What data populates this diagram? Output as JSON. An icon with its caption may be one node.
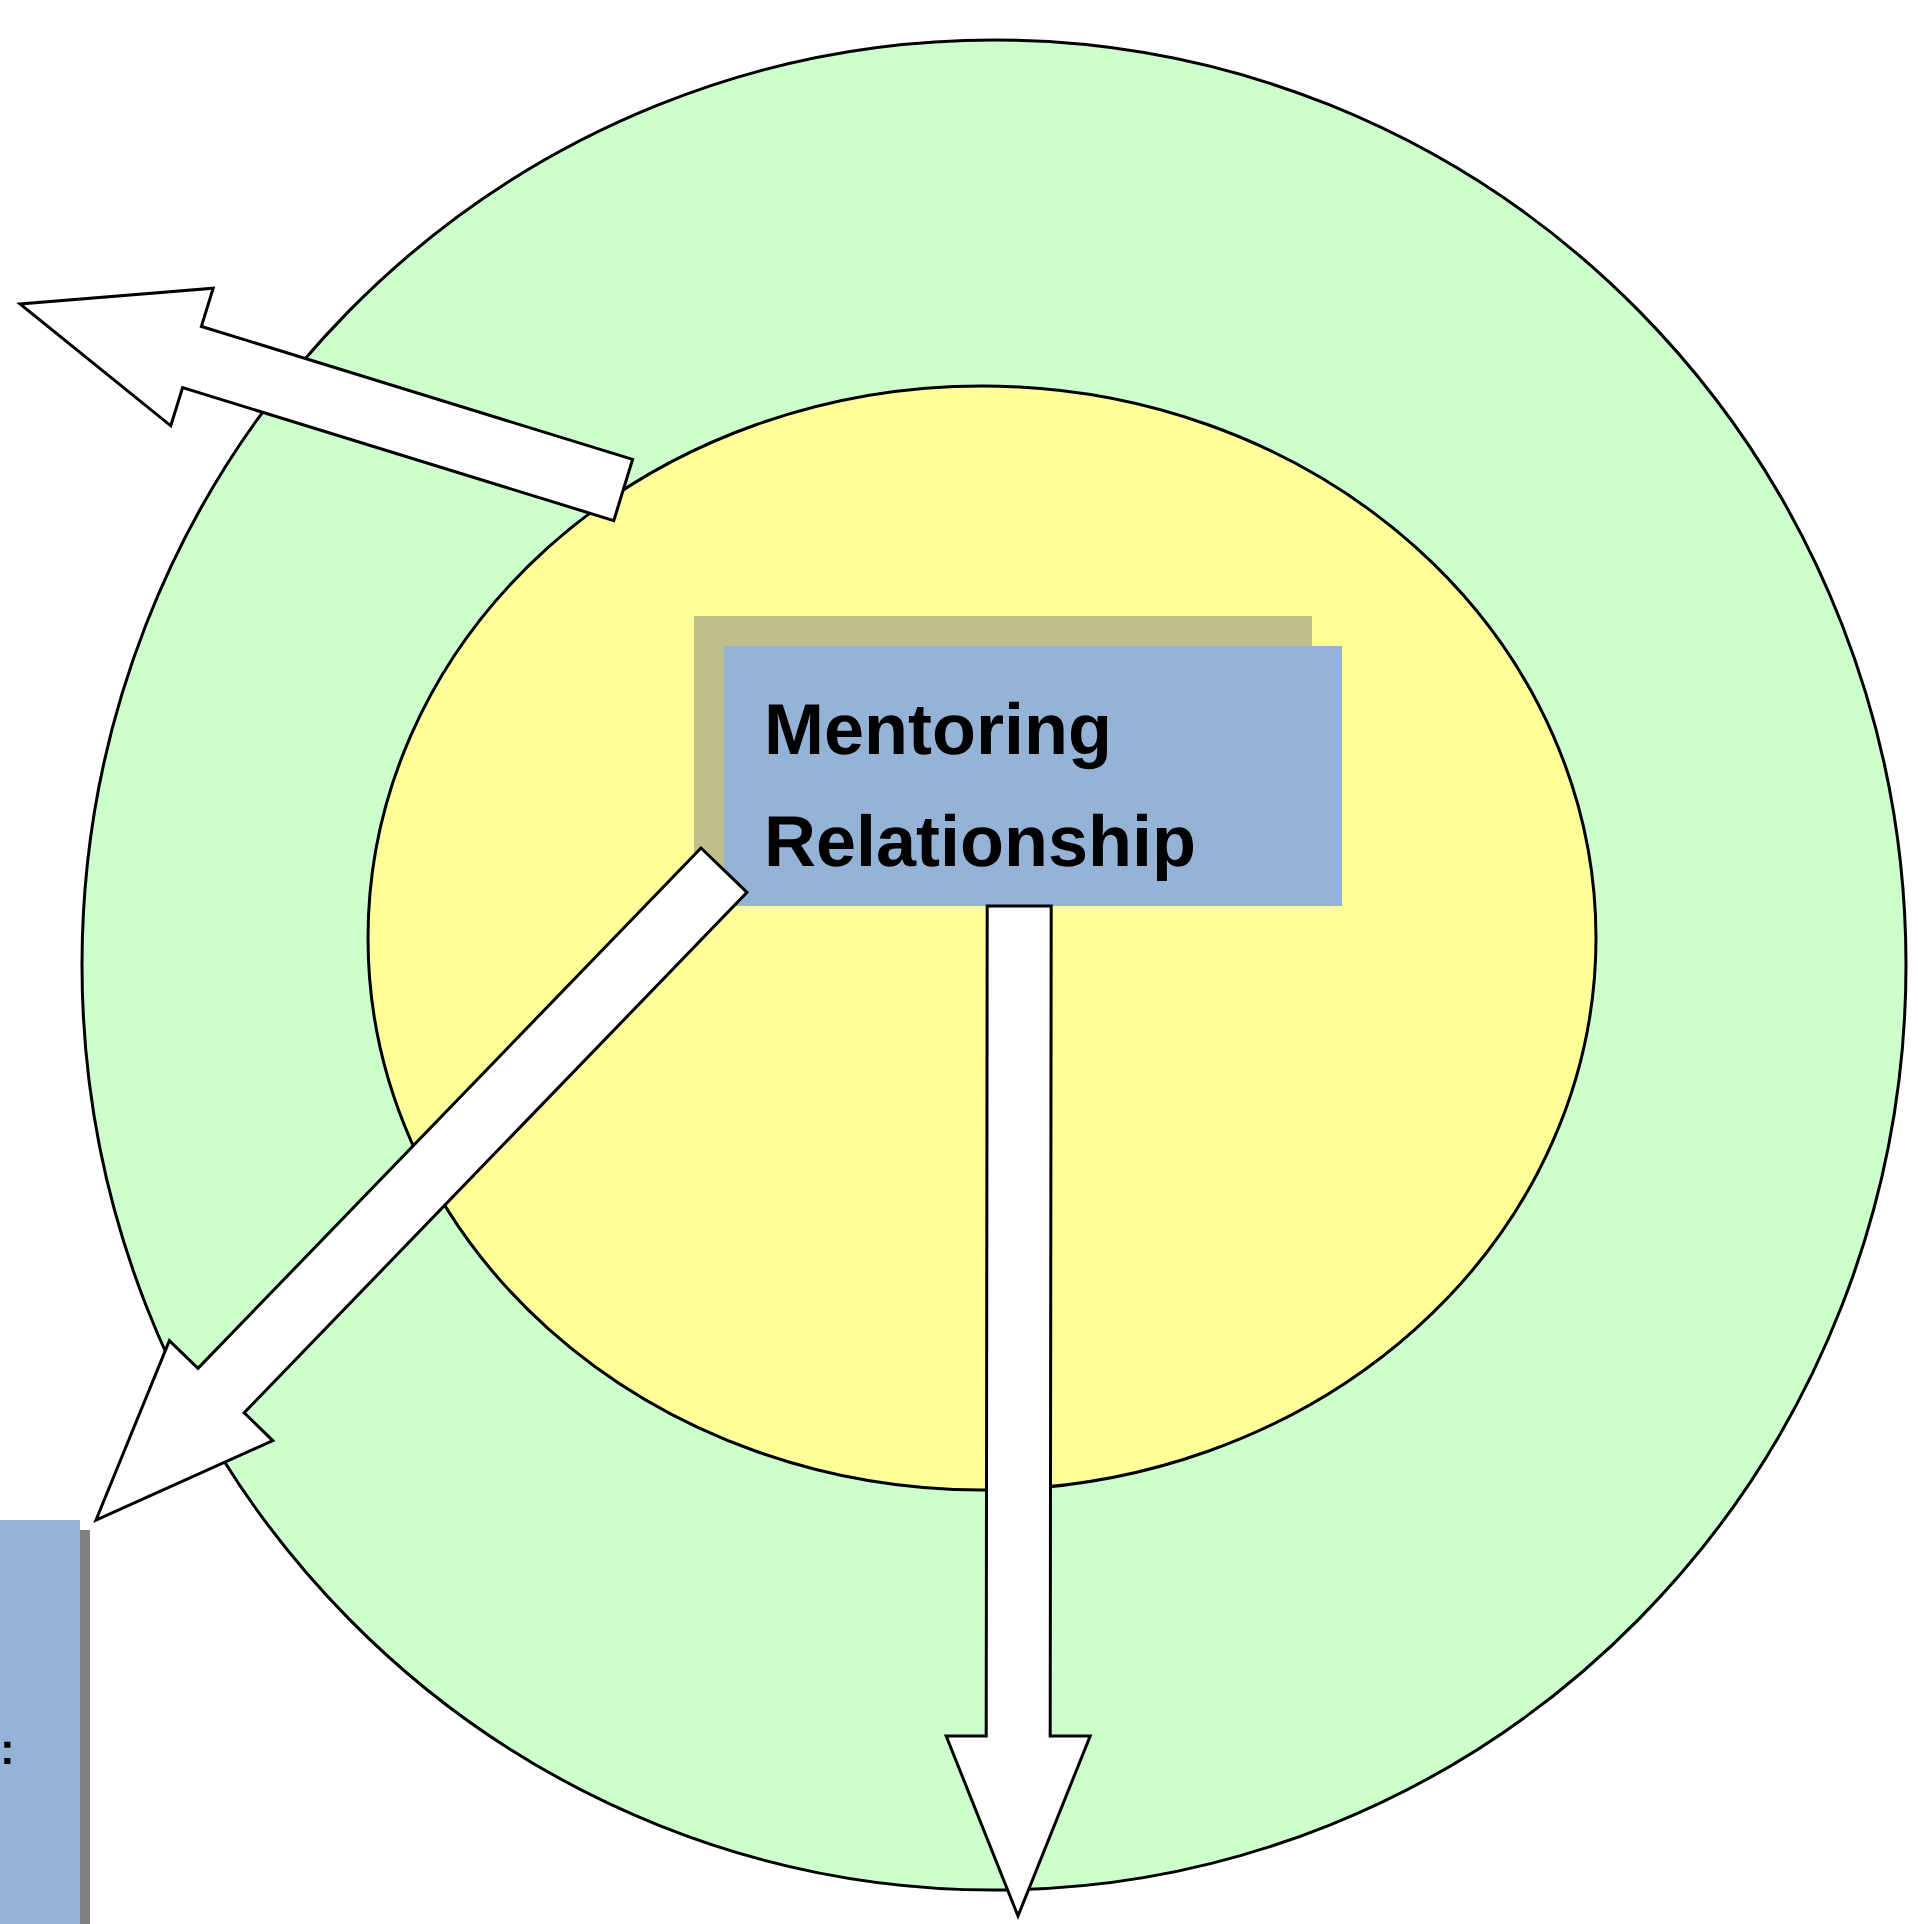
{
  "diagram": {
    "nodes": [
      {
        "text": [],
        "shape": "circle"
      },
      {
        "text": [],
        "shape": "circle",
        "in": 0
      },
      {
        "text": [
          "Mentoring Relationship"
        ],
        "in": 1
      },
      {
        "text": [
          ":"
        ]
      }
    ],
    "edges": [
      {
        "from": 1,
        "to": null,
        "arrow": "to"
      },
      {
        "from": 2,
        "to": 3,
        "arrow": "to"
      },
      {
        "from": 2,
        "to": null,
        "arrow": "to"
      }
    ]
  }
}
